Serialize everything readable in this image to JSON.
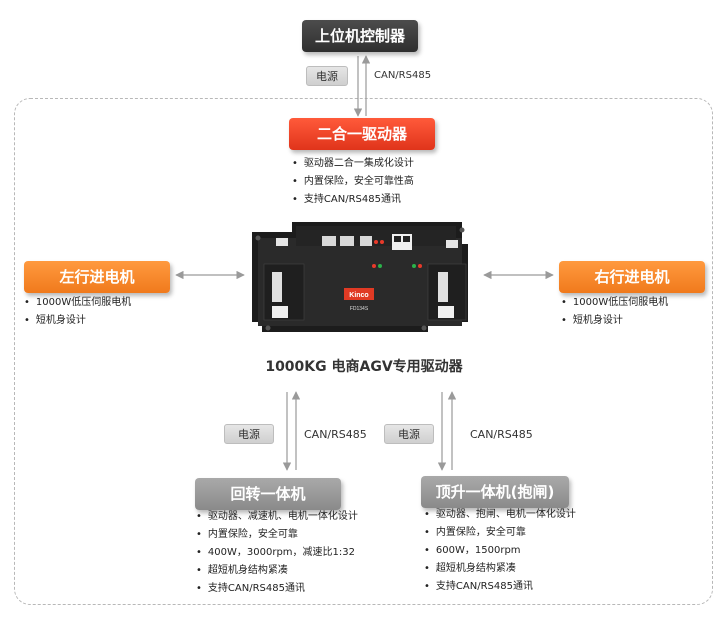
{
  "host_controller": {
    "title": "上位机控制器"
  },
  "top_link": {
    "power_tag": "电源",
    "comm_label": "CAN/RS485"
  },
  "driver": {
    "title": "二合一驱动器",
    "features": [
      "驱动器二合一集成化设计",
      "内置保险，安全可靠性高",
      "支持CAN/RS485通讯"
    ]
  },
  "left_motor": {
    "title": "左行进电机",
    "features": [
      "1000W低压伺服电机",
      "短机身设计"
    ]
  },
  "right_motor": {
    "title": "右行进电机",
    "features": [
      "1000W低压伺服电机",
      "短机身设计"
    ]
  },
  "device_image": {
    "brand": "Kinco",
    "model": "FD134S",
    "caption": "1000KG  电商AGV专用驱动器"
  },
  "rotary_link": {
    "power_tag": "电源",
    "comm_label": "CAN/RS485"
  },
  "lift_link": {
    "power_tag": "电源",
    "comm_label": "CAN/RS485"
  },
  "rotary_unit": {
    "title": "回转一体机",
    "features": [
      "驱动器、减速机、电机一体化设计",
      "内置保险，安全可靠",
      "400W，3000rpm，减速比1:32",
      "超短机身结构紧凑",
      "支持CAN/RS485通讯"
    ]
  },
  "lift_unit": {
    "title": "顶升一体机(抱闸)",
    "features": [
      "驱动器、抱闸、电机一体化设计",
      "内置保险，安全可靠",
      "600W，1500rpm",
      "超短机身结构紧凑",
      "支持CAN/RS485通讯"
    ]
  },
  "colors": {
    "dark_box": "#3a3a3a",
    "red_box": "#e8401f",
    "orange_box": "#f5861f",
    "grey_box": "#9a9a9a",
    "arrow": "#999999"
  }
}
